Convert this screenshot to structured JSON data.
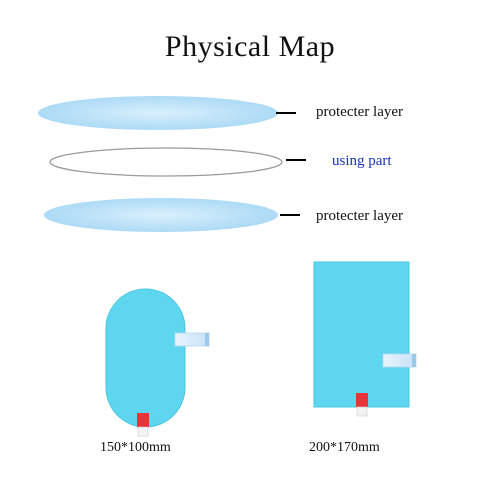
{
  "title": "Physical Map",
  "layers": [
    {
      "label": "protecter layer",
      "kind": "film"
    },
    {
      "label": "using part",
      "kind": "adhesive"
    },
    {
      "label": "protecter layer",
      "kind": "film"
    }
  ],
  "products": [
    {
      "shape": "oval",
      "size_label": "150*100mm"
    },
    {
      "shape": "rectangle",
      "size_label": "200*170mm"
    }
  ],
  "colors": {
    "film_light": "#cfe9fb",
    "film_mid": "#a9daf7",
    "product_fill": "#5ed6ef",
    "product_edge": "#4cc6e4",
    "using_part_text": "#1a32b8",
    "tab_red": "#e8343a"
  }
}
